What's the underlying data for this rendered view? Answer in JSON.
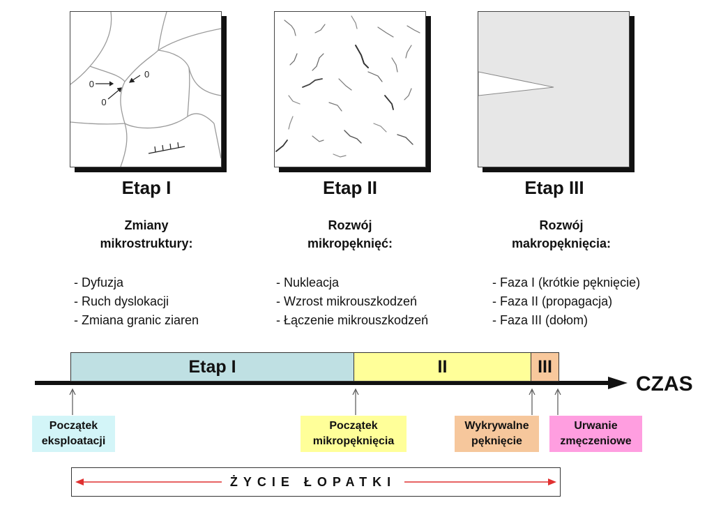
{
  "stages": [
    {
      "title": "Etap I",
      "heading_line1": "Zmiany",
      "heading_line2": "mikrostruktury:",
      "bullets": [
        "- Dyfuzja",
        "- Ruch dyslokacji",
        "- Zmiana granic ziaren"
      ],
      "diagram_labels": [
        "0",
        "0",
        "0"
      ]
    },
    {
      "title": "Etap II",
      "heading_line1": "Rozwój",
      "heading_line2": "mikropęknięć:",
      "bullets": [
        "- Nukleacja",
        "- Wzrost mikrouszkodzeń",
        "- Łączenie mikrouszkodzeń"
      ]
    },
    {
      "title": "Etap III",
      "heading_line1": "Rozwój",
      "heading_line2": "makropęknięcia:",
      "bullets": [
        "- Faza I (krótkie pęknięcie)",
        "- Faza II (propagacja)",
        "- Faza III (dołom)"
      ]
    }
  ],
  "timeline": {
    "axis_label": "CZAS",
    "phases": [
      "Etap I",
      "II",
      "III"
    ],
    "events": [
      {
        "line1": "Początek",
        "line2": "eksploatacji"
      },
      {
        "line1": "Początek",
        "line2": "mikropęknięcia"
      },
      {
        "line1": "Wykrywalne",
        "line2": "pęknięcie"
      },
      {
        "line1": "Urwanie",
        "line2": "zmęczeniowe"
      }
    ],
    "life_label": "ŻYCIE ŁOPATKI"
  },
  "colors": {
    "phase1": "#bfe0e3",
    "phase2": "#ffff99",
    "phase3": "#f8c89c",
    "event1": "#d3f5f8",
    "event2": "#ffff99",
    "event3": "#f6c79c",
    "event4": "#ff9ee0",
    "life_arrow": "#e03030"
  }
}
